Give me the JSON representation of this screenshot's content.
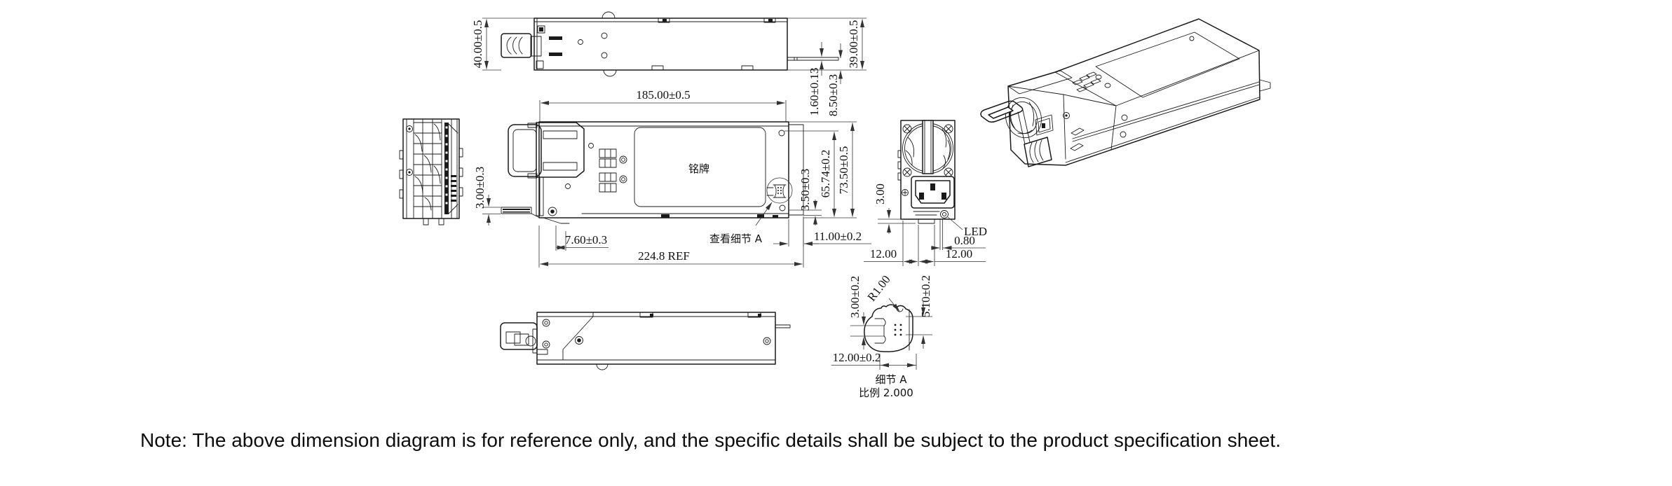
{
  "note": "Note: The above dimension diagram is for reference only, and the specific details shall be subject to the product specification sheet.",
  "drawing": {
    "top_view": {
      "dims": {
        "front_width": "40.00±0.5",
        "rear_width": "39.00±0.5",
        "tab_thickness": "1.60±0.13",
        "tab_offset": "8.50±0.3",
        "body_length": "185.00±0.5"
      }
    },
    "front_view": {
      "nameplate_label": "铭牌",
      "detail_callout": "查看细节 A",
      "dims": {
        "foot_height": "3.00±0.3",
        "latch_offset": "7.60±0.3",
        "overall_length": "224.8 REF",
        "rear_overhang": "11.00±0.2",
        "bottom_step": "3.50±0.3",
        "body_height": "65.74±0.2",
        "overall_height": "73.50±0.5"
      }
    },
    "side_view": {
      "led_label": "LED",
      "dims": {
        "foot_height": "3.00",
        "led_offset": "0.80",
        "foot_left": "12.00",
        "foot_right": "12.00"
      }
    },
    "detail_view": {
      "title": "细节  A",
      "scale_label": "比例  2.000",
      "dims": {
        "notch_height": "3.00±0.2",
        "corner_radius": "R1.00",
        "slot_height": "5.10±0.2",
        "width": "12.00±0.2"
      }
    }
  }
}
